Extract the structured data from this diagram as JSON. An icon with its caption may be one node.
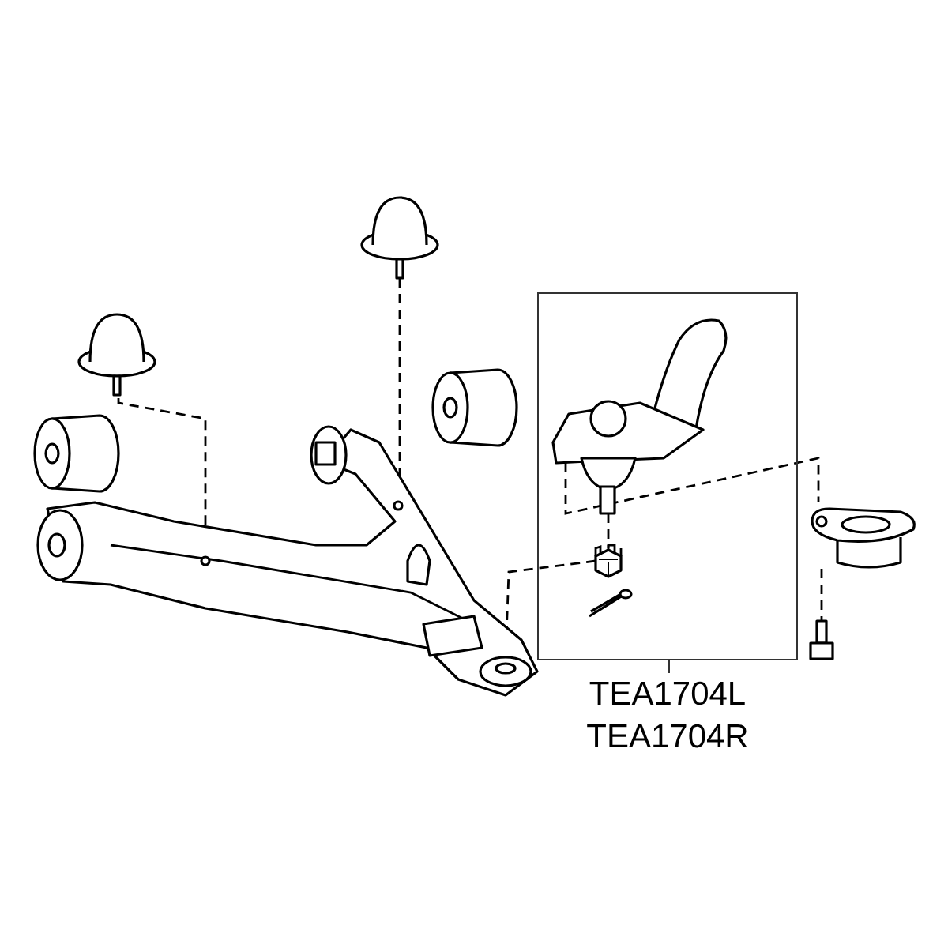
{
  "diagram": {
    "nodes": [
      {
        "text": [],
        "shape": "picture"
      },
      {
        "text": [],
        "shape": "picture"
      },
      {
        "text": [],
        "shape": "picture"
      },
      {
        "text": [
          "TEA1704L",
          "TEA1704R"
        ]
      },
      {
        "text": [],
        "shape": "picture",
        "in": 3
      },
      {
        "text": [],
        "shape": "picture",
        "in": 3
      },
      {
        "text": [],
        "shape": "picture",
        "in": 3
      },
      {
        "text": [],
        "shape": "picture"
      },
      {
        "text": [],
        "shape": "picture"
      }
    ],
    "edges": [
      {
        "from": 0,
        "to": 2,
        "arrow": "none",
        "style": "dashed"
      },
      {
        "from": 1,
        "to": 2,
        "arrow": "none",
        "style": "dashed"
      },
      {
        "from": 4,
        "to": 5,
        "arrow": "none",
        "style": "dashed"
      },
      {
        "from": 5,
        "to": 2,
        "arrow": "none",
        "style": "dashed"
      },
      {
        "from": 4,
        "to": 7,
        "arrow": "none",
        "style": "dashed"
      },
      {
        "from": 7,
        "to": 8,
        "arrow": "none",
        "style": "dashed"
      }
    ]
  }
}
